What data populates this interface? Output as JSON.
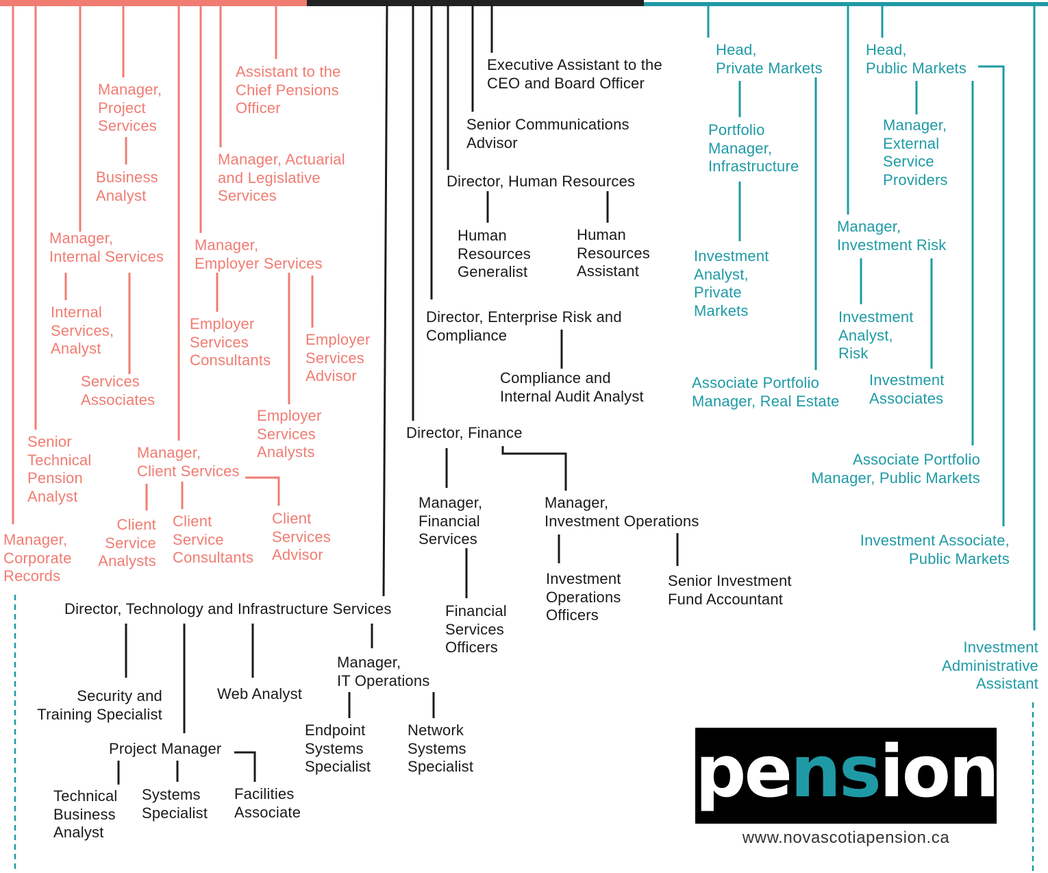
{
  "colors": {
    "corporate": "#f07c72",
    "executive": "#1a1a1a",
    "investments": "#1f9aa5"
  },
  "corporate": {
    "assistant_cpo": "Assistant to the\nChief Pensions\nOfficer",
    "mgr_project": "Manager,\nProject\nServices",
    "business_analyst": "Business\nAnalyst",
    "mgr_actuarial": "Manager, Actuarial\nand Legislative\nServices",
    "mgr_internal": "Manager,\nInternal Services",
    "internal_analyst": "Internal\nServices,\nAnalyst",
    "services_associates": "Services\nAssociates",
    "mgr_employer": "Manager,\nEmployer Services",
    "employer_consultants": "Employer\nServices\nConsultants",
    "employer_advisor": "Employer\nServices\nAdvisor",
    "employer_analysts": "Employer\nServices\nAnalysts",
    "senior_tech_analyst": "Senior\nTechnical\nPension\nAnalyst",
    "mgr_client": "Manager,\nClient Services",
    "client_analysts": "Client\nService\nAnalysts",
    "client_consultants": "Client\nService\nConsultants",
    "client_advisor": "Client\nServices\nAdvisor",
    "mgr_records": "Manager,\nCorporate\nRecords"
  },
  "executive": {
    "exec_assistant": "Executive Assistant to the\nCEO and Board Officer",
    "comms_advisor": "Senior Communications\nAdvisor",
    "dir_hr": "Director, Human Resources",
    "hr_generalist": "Human\nResources\nGeneralist",
    "hr_assistant": "Human\nResources\nAssistant",
    "dir_risk": "Director, Enterprise Risk and\nCompliance",
    "audit_analyst": "Compliance and\nInternal Audit Analyst",
    "dir_finance": "Director, Finance",
    "mgr_financial": "Manager,\nFinancial\nServices",
    "fin_officers": "Financial\nServices\nOfficers",
    "mgr_inv_ops": "Manager,\nInvestment Operations",
    "inv_ops_officers": "Investment\nOperations\nOfficers",
    "fund_accountant": "Senior Investment\nFund Accountant",
    "dir_tech": "Director, Technology and Infrastructure Services",
    "security_spec": "Security and\nTraining Specialist",
    "web_analyst": "Web Analyst",
    "mgr_it_ops": "Manager,\nIT Operations",
    "endpoint_spec": "Endpoint\nSystems\nSpecialist",
    "network_spec": "Network\nSystems\nSpecialist",
    "project_mgr": "Project Manager",
    "tech_ba": "Technical\nBusiness\nAnalyst",
    "systems_spec": "Systems\nSpecialist",
    "facilities": "Facilities\nAssociate"
  },
  "investments": {
    "head_private": "Head,\nPrivate Markets",
    "head_public": "Head,\nPublic Markets",
    "pm_infra": "Portfolio\nManager,\nInfrastructure",
    "mgr_external": "Manager,\nExternal\nService\nProviders",
    "mgr_inv_risk": "Manager,\nInvestment Risk",
    "ia_private": "Investment\nAnalyst,\nPrivate\nMarkets",
    "ia_risk": "Investment\nAnalyst,\nRisk",
    "inv_associates": "Investment\nAssociates",
    "apm_real_estate": "Associate Portfolio\nManager, Real Estate",
    "apm_public": "Associate Portfolio\nManager, Public Markets",
    "inv_assoc_public": "Investment Associate,\nPublic Markets",
    "inv_admin": "Investment\nAdministrative\nAssistant"
  },
  "logo": {
    "part1": "pe",
    "part2": "ns",
    "part3": "i",
    "part4": "on",
    "website": "www.novascotiapension.ca"
  }
}
